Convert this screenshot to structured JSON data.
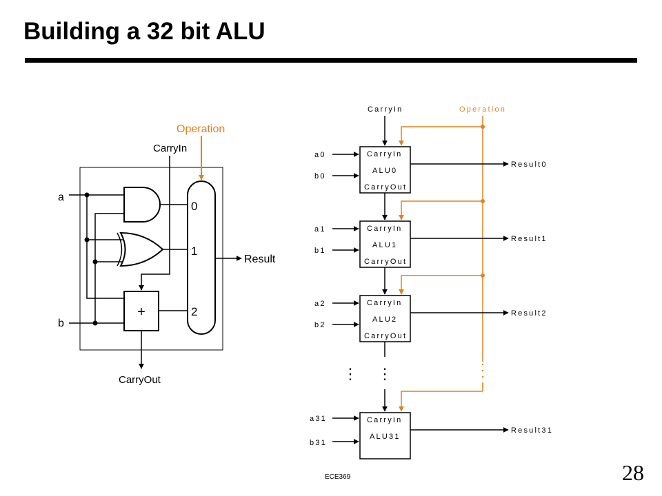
{
  "slide": {
    "title": "Building a 32 bit ALU",
    "footer": "ECE369",
    "page_number": "28"
  },
  "colors": {
    "control": "#e0821f",
    "ink": "#000000"
  },
  "one_bit_alu": {
    "operation_label": "Operation",
    "carry_in_label": "CarryIn",
    "input_a": "a",
    "input_b": "b",
    "adder_symbol": "+",
    "mux_inputs": [
      "0",
      "1",
      "2"
    ],
    "result_label": "Result",
    "carry_out_label": "CarryOut"
  },
  "ripple_alu": {
    "carry_in_label": "CarryIn",
    "operation_label": "Operation",
    "ellipsis": "⋮",
    "blocks": [
      {
        "a": "a0",
        "b": "b0",
        "carry_in": "CarryIn",
        "name": "ALU0",
        "carry_out": "CarryOut",
        "result": "Result0"
      },
      {
        "a": "a1",
        "b": "b1",
        "carry_in": "CarryIn",
        "name": "ALU1",
        "carry_out": "CarryOut",
        "result": "Result1"
      },
      {
        "a": "a2",
        "b": "b2",
        "carry_in": "CarryIn",
        "name": "ALU2",
        "carry_out": "CarryOut",
        "result": "Result2"
      },
      {
        "a": "a31",
        "b": "b31",
        "carry_in": "CarryIn",
        "name": "ALU31",
        "carry_out": "",
        "result": "Result31"
      }
    ]
  }
}
